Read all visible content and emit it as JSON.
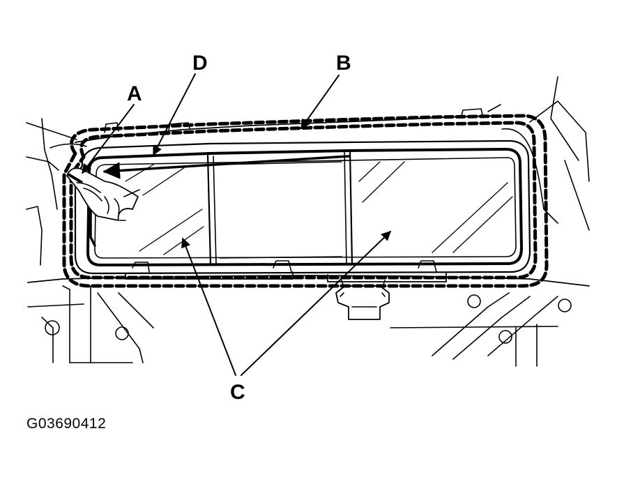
{
  "diagram": {
    "callouts": [
      {
        "id": "A",
        "label": "A"
      },
      {
        "id": "B",
        "label": "B"
      },
      {
        "id": "C",
        "label": "C"
      },
      {
        "id": "D",
        "label": "D"
      }
    ],
    "figure_code": "G03690412"
  }
}
